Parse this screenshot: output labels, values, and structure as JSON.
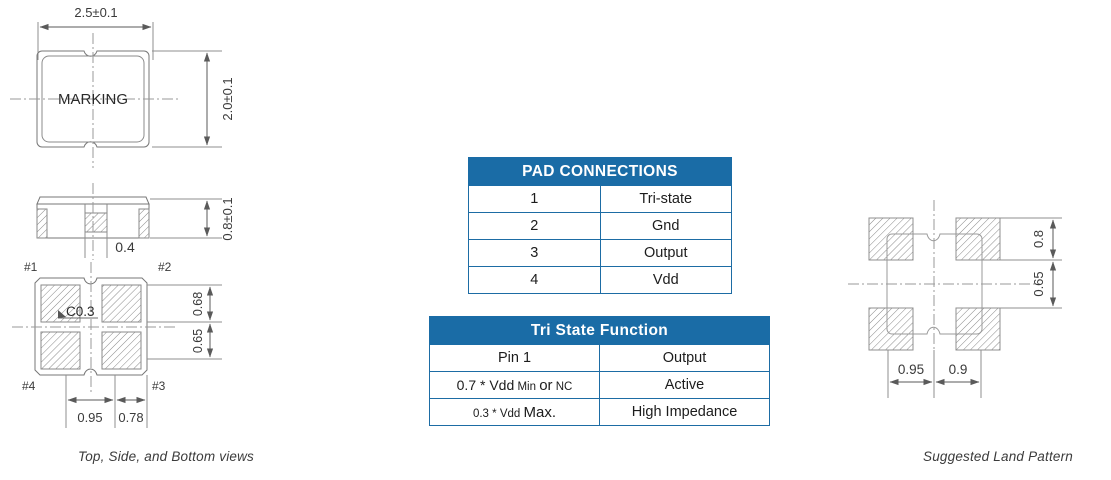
{
  "captions": {
    "left": "Top, Side, and  Bottom  views",
    "right": "Suggested Land Pattern"
  },
  "colors": {
    "table_header_bg": "#1a6ca6",
    "table_border": "#1d6ca4",
    "drawing_line": "#6b6b6b",
    "hatch": "#7a7a7a",
    "text": "#333333"
  },
  "top_view": {
    "marking_label": "MARKING",
    "dim_width": "2.5±0.1",
    "dim_height": "2.0±0.1"
  },
  "side_view": {
    "dim_height": "0.8±0.1",
    "dim_pad": "0.4"
  },
  "bottom_view": {
    "pin_labels": [
      "#1",
      "#2",
      "#3",
      "#4"
    ],
    "chamfer_note": "C0.3",
    "dim_pad_height": "0.68",
    "dim_pad_gap": "0.65",
    "dim_x1": "0.95",
    "dim_x2": "0.78"
  },
  "land_pattern": {
    "dim_pad_height": "0.8",
    "dim_pad_gap": "0.65",
    "dim_x1": "0.95",
    "dim_x2": "0.9"
  },
  "pad_connections": {
    "title": "PAD CONNECTIONS",
    "rows": [
      {
        "pin": "1",
        "function": "Tri-state"
      },
      {
        "pin": "2",
        "function": "Gnd"
      },
      {
        "pin": "3",
        "function": "Output"
      },
      {
        "pin": "4",
        "function": "Vdd"
      }
    ]
  },
  "tri_state_function": {
    "title": "Tri State Function",
    "header": {
      "left": "Pin 1",
      "right": "Output"
    },
    "rows": [
      {
        "condition_a": "0.7 * Vdd",
        "condition_b": "Min",
        "condition_c": "or",
        "condition_d": "NC",
        "output": "Active"
      },
      {
        "condition_a": "0.3 * Vdd",
        "condition_b": "Max.",
        "condition_c": "",
        "condition_d": "",
        "output": "High Impedance"
      }
    ]
  }
}
